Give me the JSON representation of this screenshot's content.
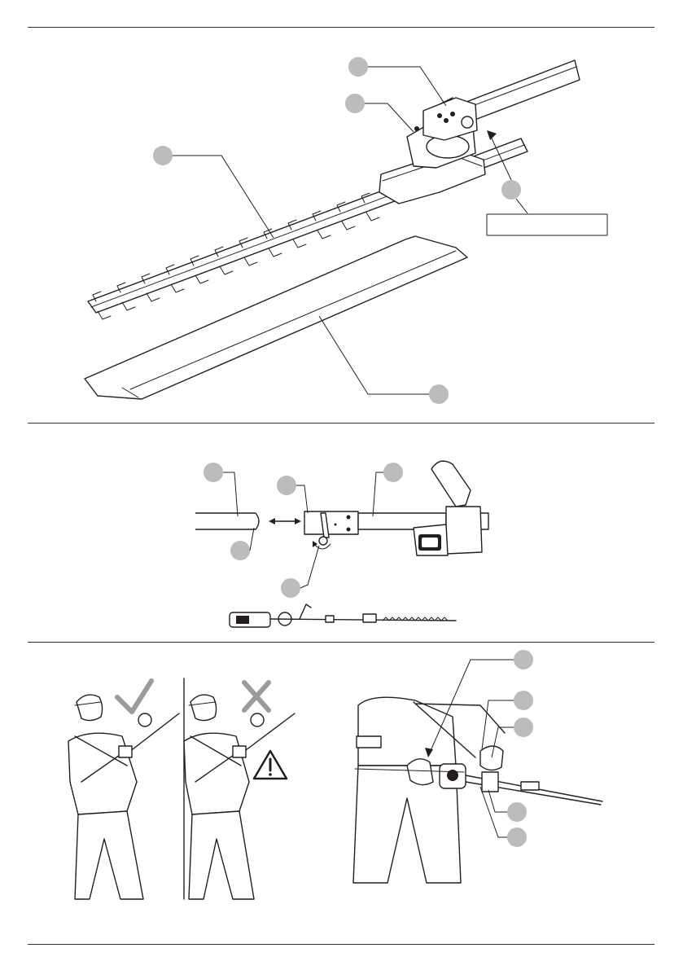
{
  "figures": [
    {
      "id": "hedge-trimmer-attachment",
      "callouts": 5,
      "label_box_text": ""
    },
    {
      "id": "shaft-coupling",
      "callouts": 5
    },
    {
      "id": "harness-use",
      "callouts": 5,
      "correct_mark": "check-mark-icon",
      "wrong_mark": "x-mark-icon",
      "warning": "warning-triangle-icon"
    }
  ],
  "colors": {
    "line": "#231f20",
    "callout": "#bdbcbc",
    "mark": "#9b9b9b",
    "rule": "#333333"
  }
}
